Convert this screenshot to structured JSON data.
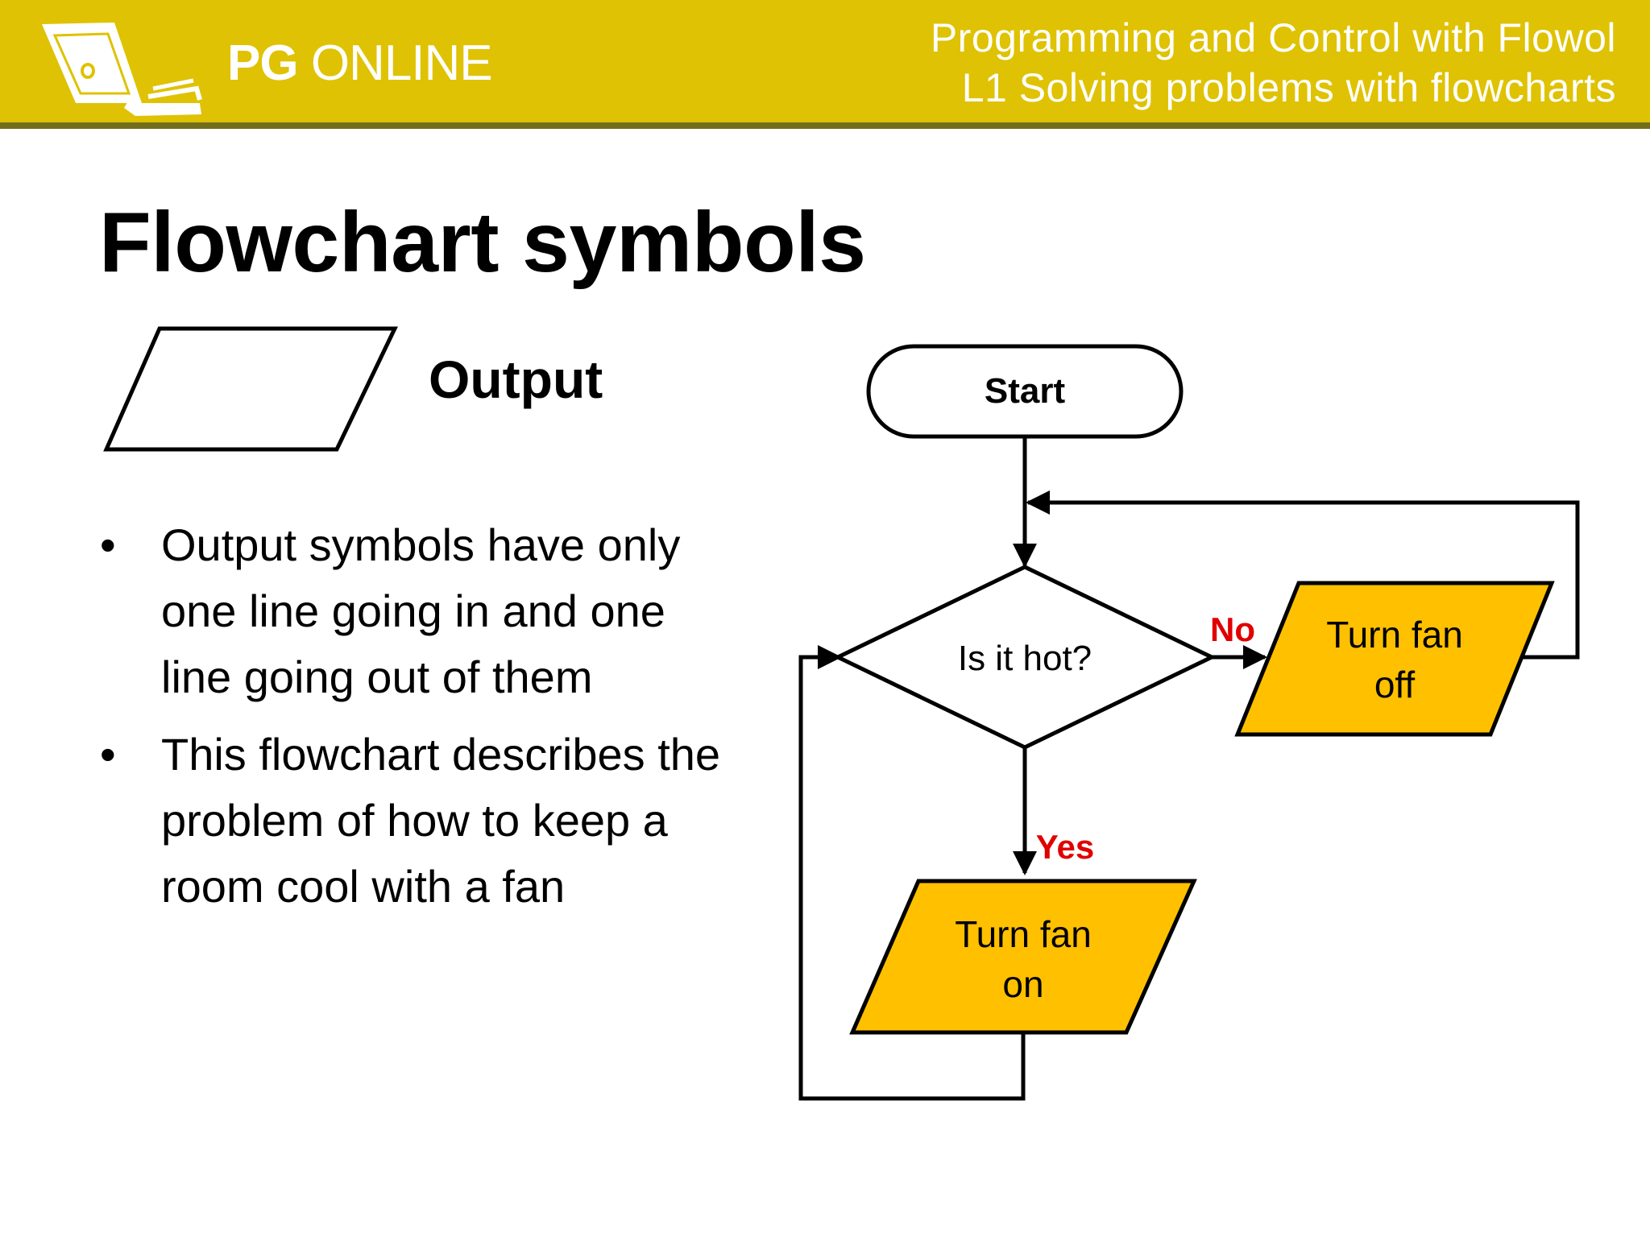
{
  "header": {
    "brand_bold": "PG",
    "brand_light": "ONLINE",
    "course_title": "Programming and Control with Flowol",
    "lesson_title": "L1 Solving problems with flowcharts",
    "colors": {
      "band": "#dfc203",
      "rule": "#736e1d",
      "text": "#ffffff"
    }
  },
  "slide": {
    "title": "Flowchart symbols",
    "symbol_label": "Output",
    "bullet_glyph": "•",
    "bullets": [
      "Output symbols have only one line going in and one line going out of them",
      "This flowchart describes the problem of how to keep a room cool with a fan"
    ]
  },
  "flowchart": {
    "start": "Start",
    "decision": "Is it hot?",
    "no_label": "No",
    "yes_label": "Yes",
    "output_off_line1": "Turn fan",
    "output_off_line2": "off",
    "output_on_line1": "Turn fan",
    "output_on_line2": "on",
    "colors": {
      "output_fill": "#ffc000",
      "branch_label": "#e00000",
      "stroke": "#000000"
    }
  }
}
